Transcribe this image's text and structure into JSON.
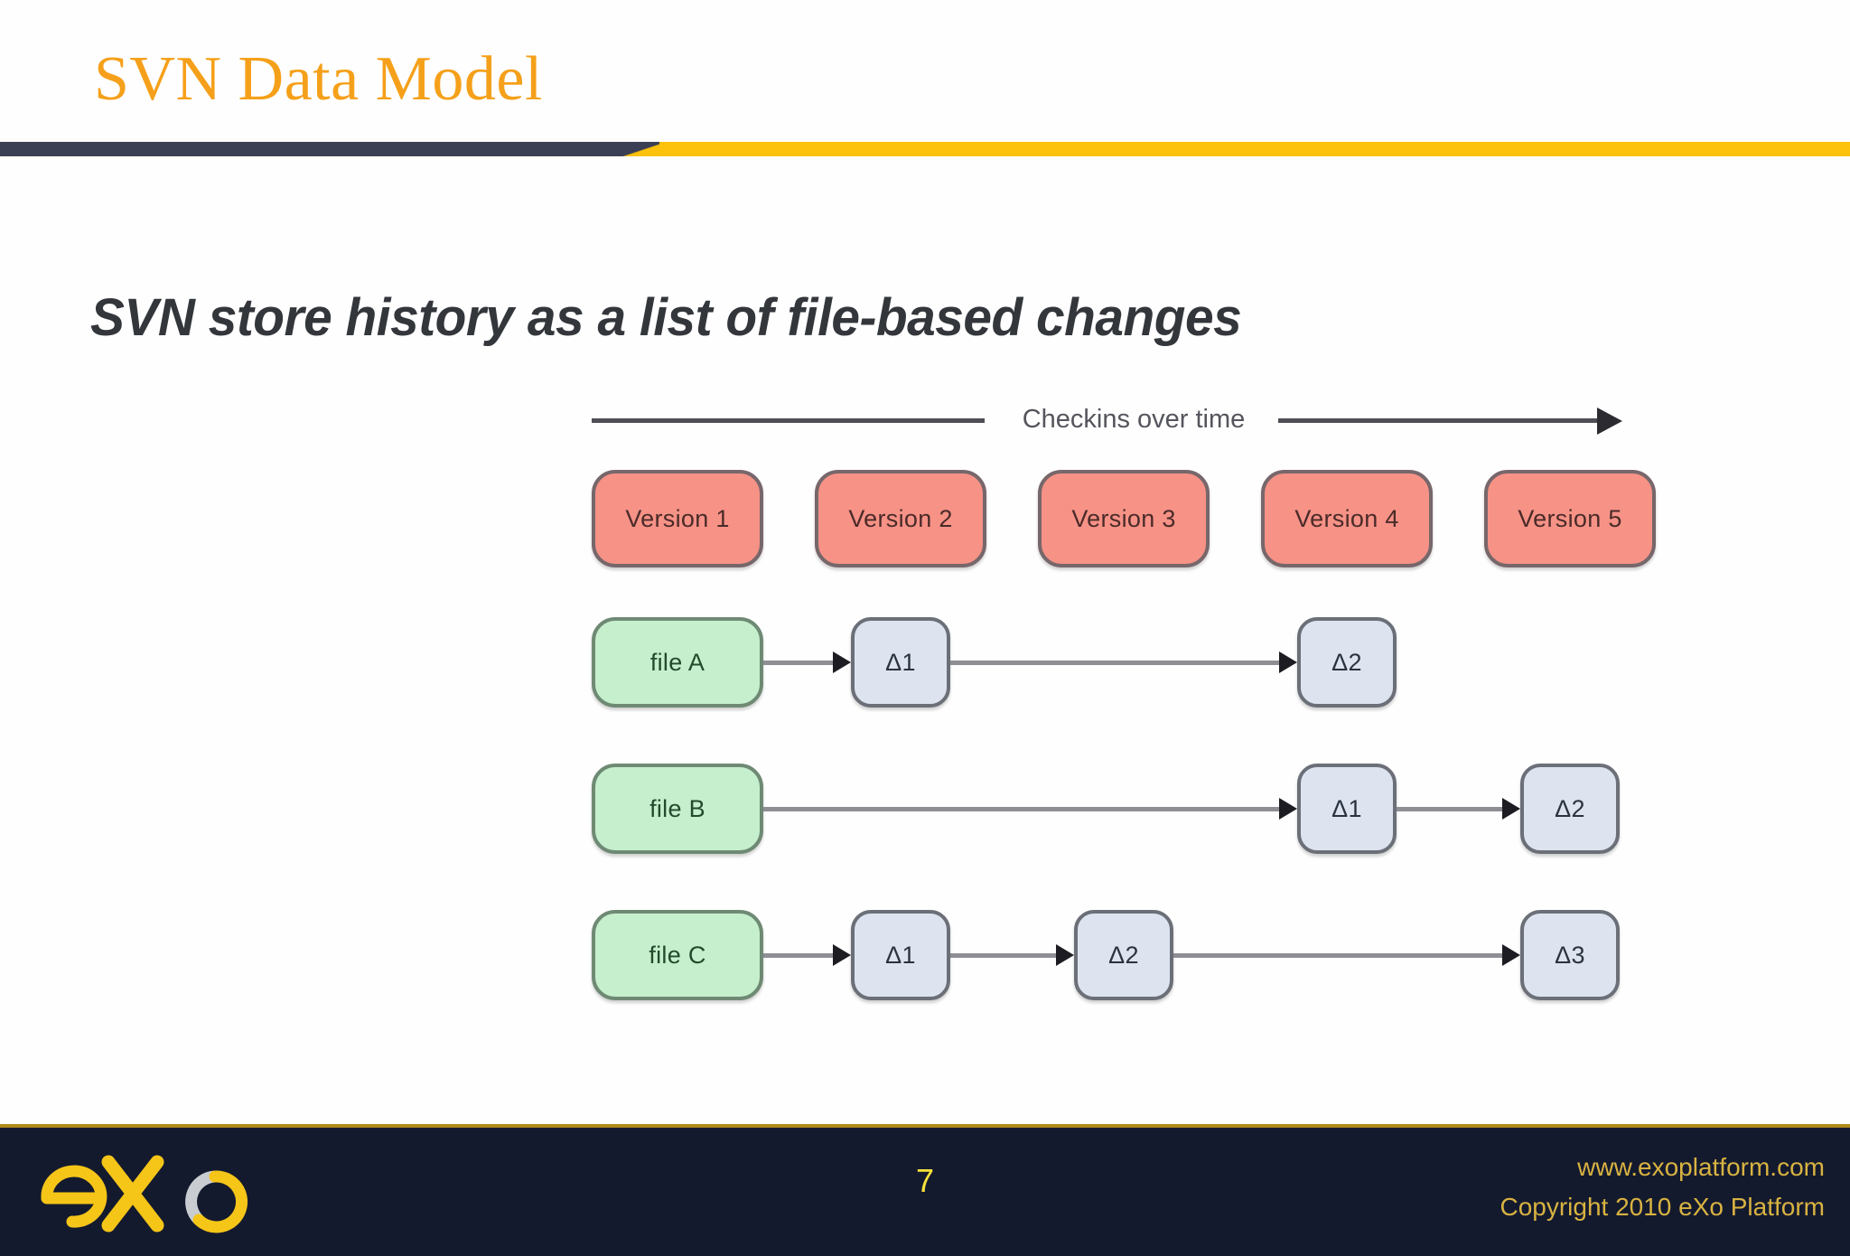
{
  "slide": {
    "title": "SVN Data Model",
    "heading": "SVN store history as a list of file-based changes",
    "page_number": "7"
  },
  "colors": {
    "title_orange": "#f5a01a",
    "divider_navy": "#3b3f55",
    "divider_yellow": "#fdc20b",
    "heading_gray": "#33363b",
    "version_fill": "#f79287",
    "file_fill": "#c6efcd",
    "delta_fill": "#dde4f0",
    "footer_bg": "#141a2e",
    "footer_gold": "#d9b341",
    "page_number_yellow": "#f5e23a",
    "logo_yellow": "#f5c518",
    "logo_gray": "#c9ccd1"
  },
  "diagram": {
    "type": "diagram",
    "timeline_label": "Checkins over time",
    "timeline_arrow_icon": "arrow-right-icon",
    "versions": [
      {
        "label": "Version 1"
      },
      {
        "label": "Version 2"
      },
      {
        "label": "Version 3"
      },
      {
        "label": "Version 4"
      },
      {
        "label": "Version 5"
      }
    ],
    "rows": [
      {
        "file_label": "file A",
        "deltas": [
          {
            "label": "Δ1",
            "column": 2
          },
          {
            "label": "Δ2",
            "column": 4
          }
        ]
      },
      {
        "file_label": "file B",
        "deltas": [
          {
            "label": "Δ1",
            "column": 4
          },
          {
            "label": "Δ2",
            "column": 5
          }
        ]
      },
      {
        "file_label": "file C",
        "deltas": [
          {
            "label": "Δ1",
            "column": 2
          },
          {
            "label": "Δ2",
            "column": 3
          },
          {
            "label": "Δ3",
            "column": 5
          }
        ]
      }
    ]
  },
  "footer": {
    "logo_name": "exo-logo",
    "logo_text": "eXo",
    "website": "www.exoplatform.com",
    "copyright": "Copyright 2010 eXo Platform"
  }
}
